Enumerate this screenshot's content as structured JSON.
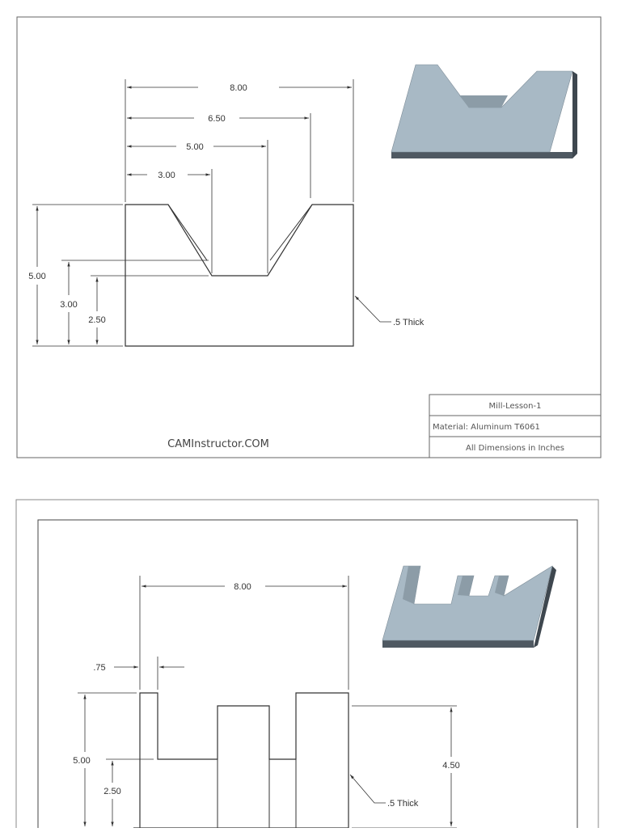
{
  "sheet1": {
    "dims": {
      "w800": "8.00",
      "w650": "6.50",
      "w500": "5.00",
      "w300": "3.00",
      "h500": "5.00",
      "h300": "3.00",
      "h250": "2.50",
      "thick": ".5 Thick"
    },
    "title_block": {
      "name": "Mill-Lesson-1",
      "material": "Material: Aluminum T6061",
      "units": "All Dimensions in Inches"
    },
    "brand": "CAMInstructor.COM"
  },
  "sheet2": {
    "dims": {
      "w800": "8.00",
      "w075": ".75",
      "h500": "5.00",
      "h250": "2.50",
      "h450": "4.50",
      "thick": ".5 Thick"
    }
  },
  "colors": {
    "part_top": "#a8b9c5",
    "part_side": "#4f5962",
    "line": "#333333"
  }
}
